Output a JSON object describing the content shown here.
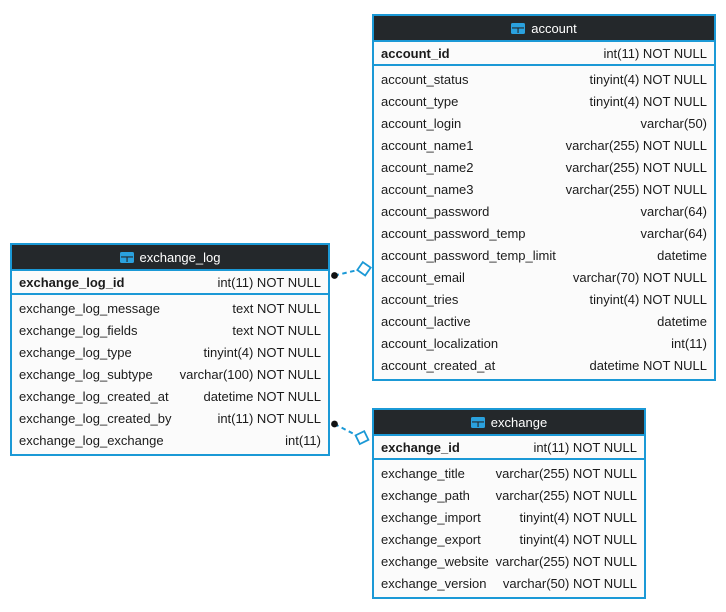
{
  "colors": {
    "border_blue": "#1b99d6",
    "header_bg": "#24282b",
    "header_text": "#ffffff",
    "row_bg": "#fbfbfb",
    "row_text": "#1b1b1b",
    "icon_blue": "#2aa1de",
    "connector_dot": "#111111",
    "page_bg": "#ffffff"
  },
  "tables": [
    {
      "title": "exchange_log",
      "primary_key": {
        "name": "exchange_log_id",
        "type": "int(11) NOT NULL"
      },
      "columns": [
        {
          "name": "exchange_log_message",
          "type": "text NOT NULL"
        },
        {
          "name": "exchange_log_fields",
          "type": "text NOT NULL"
        },
        {
          "name": "exchange_log_type",
          "type": "tinyint(4) NOT NULL"
        },
        {
          "name": "exchange_log_subtype",
          "type": "varchar(100) NOT NULL"
        },
        {
          "name": "exchange_log_created_at",
          "type": "datetime NOT NULL"
        },
        {
          "name": "exchange_log_created_by",
          "type": "int(11) NOT NULL"
        },
        {
          "name": "exchange_log_exchange",
          "type": "int(11)"
        }
      ]
    },
    {
      "title": "account",
      "primary_key": {
        "name": "account_id",
        "type": "int(11) NOT NULL"
      },
      "columns": [
        {
          "name": "account_status",
          "type": "tinyint(4) NOT NULL"
        },
        {
          "name": "account_type",
          "type": "tinyint(4) NOT NULL"
        },
        {
          "name": "account_login",
          "type": "varchar(50)"
        },
        {
          "name": "account_name1",
          "type": "varchar(255) NOT NULL"
        },
        {
          "name": "account_name2",
          "type": "varchar(255) NOT NULL"
        },
        {
          "name": "account_name3",
          "type": "varchar(255) NOT NULL"
        },
        {
          "name": "account_password",
          "type": "varchar(64)"
        },
        {
          "name": "account_password_temp",
          "type": "varchar(64)"
        },
        {
          "name": "account_password_temp_limit",
          "type": "datetime"
        },
        {
          "name": "account_email",
          "type": "varchar(70) NOT NULL"
        },
        {
          "name": "account_tries",
          "type": "tinyint(4) NOT NULL"
        },
        {
          "name": "account_lactive",
          "type": "datetime"
        },
        {
          "name": "account_localization",
          "type": "int(11)"
        },
        {
          "name": "account_created_at",
          "type": "datetime NOT NULL"
        }
      ]
    },
    {
      "title": "exchange",
      "primary_key": {
        "name": "exchange_id",
        "type": "int(11) NOT NULL"
      },
      "columns": [
        {
          "name": "exchange_title",
          "type": "varchar(255) NOT NULL"
        },
        {
          "name": "exchange_path",
          "type": "varchar(255) NOT NULL"
        },
        {
          "name": "exchange_import",
          "type": "tinyint(4) NOT NULL"
        },
        {
          "name": "exchange_export",
          "type": "tinyint(4) NOT NULL"
        },
        {
          "name": "exchange_website",
          "type": "varchar(255) NOT NULL"
        },
        {
          "name": "exchange_version",
          "type": "varchar(50) NOT NULL"
        }
      ]
    }
  ],
  "relationships": [
    {
      "from": "exchange_log",
      "to": "account"
    },
    {
      "from": "exchange_log",
      "to": "exchange"
    }
  ]
}
